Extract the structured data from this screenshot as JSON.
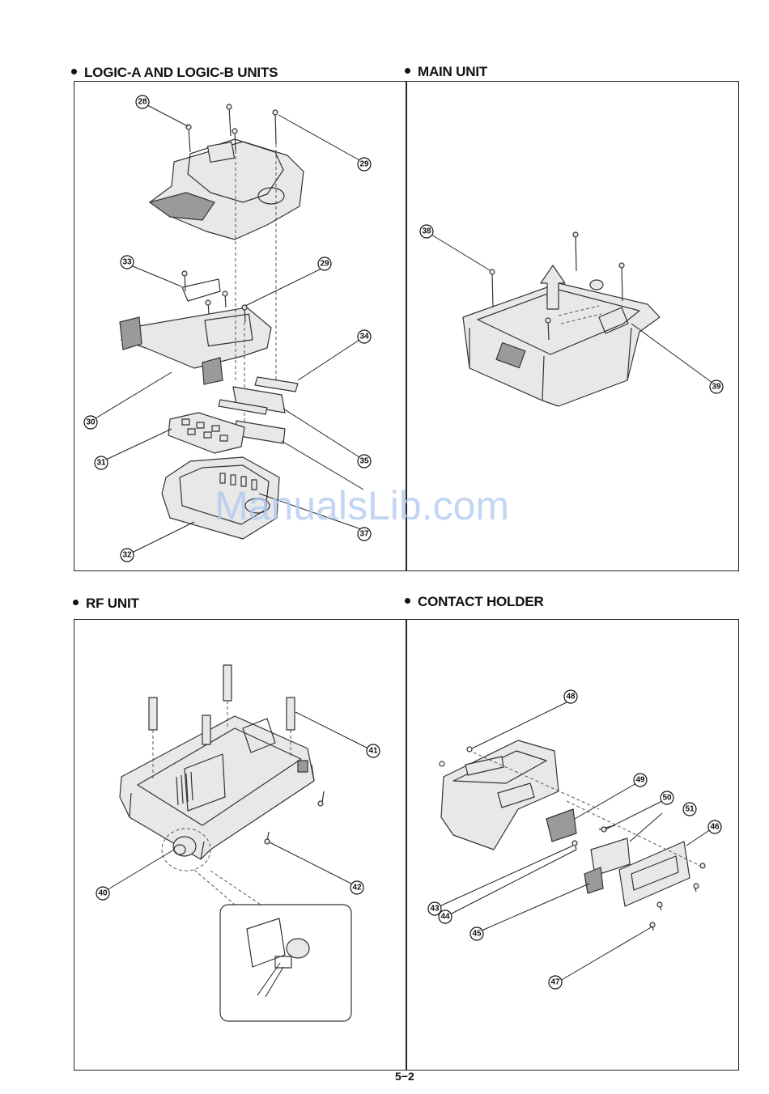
{
  "sections": [
    {
      "id": "logic",
      "title": "LOGIC-A AND LOGIC-B UNITS"
    },
    {
      "id": "main",
      "title": "MAIN UNIT"
    },
    {
      "id": "rf",
      "title": "RF UNIT"
    },
    {
      "id": "contact",
      "title": "CONTACT HOLDER"
    }
  ],
  "callouts": {
    "logic": [
      "28",
      "29",
      "33",
      "29",
      "34",
      "30",
      "31",
      "35",
      "37",
      "32"
    ],
    "main": [
      "38",
      "39"
    ],
    "rf": [
      "41",
      "40",
      "42"
    ],
    "contact": [
      "48",
      "49",
      "50",
      "51",
      "46",
      "43",
      "44",
      "45",
      "47"
    ]
  },
  "watermark": "ManualsLib.com",
  "page_number": "5−2"
}
